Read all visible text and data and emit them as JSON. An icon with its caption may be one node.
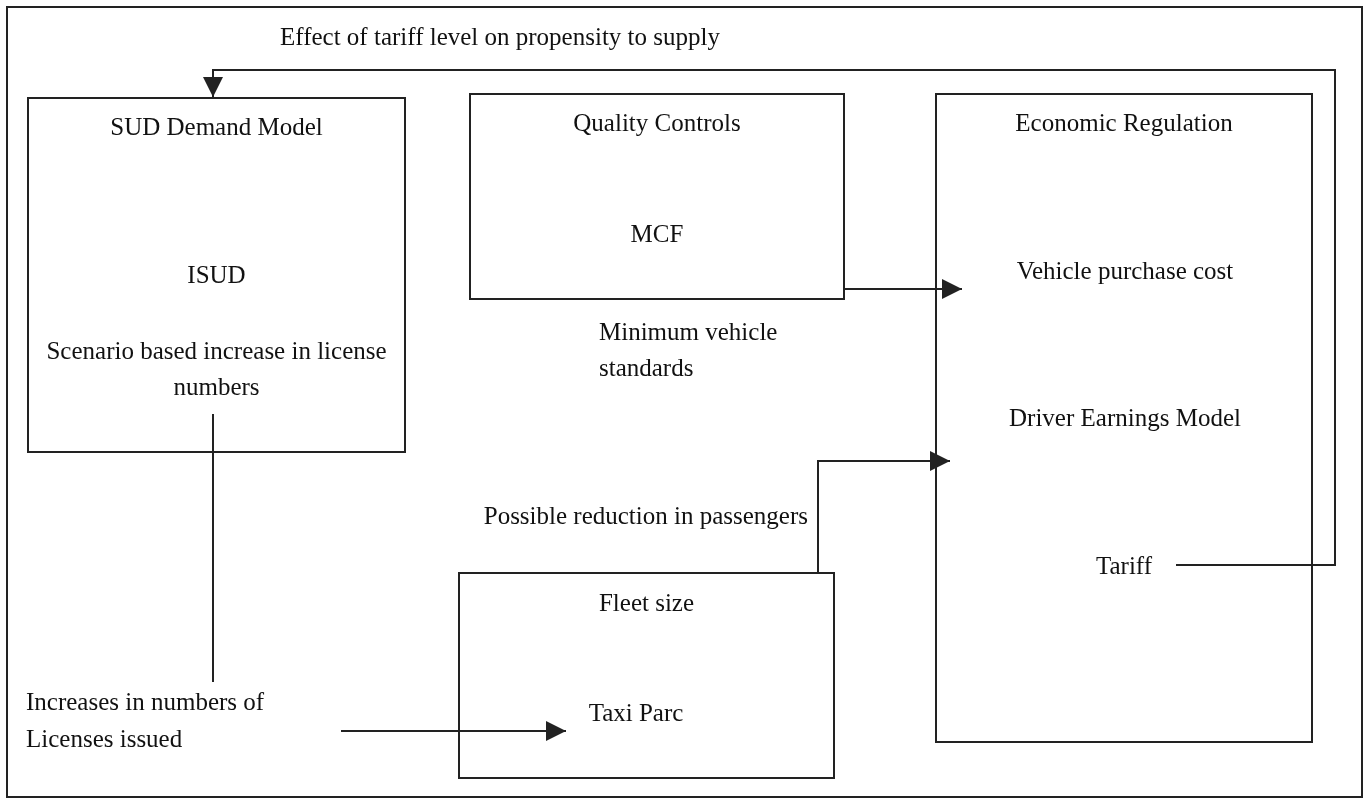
{
  "diagram": {
    "nodes": [
      {
        "text": [
          "SUD Demand Model",
          "ISUD"
        ]
      },
      {
        "text": [
          "Scenario based increase in license numbers"
        ],
        "in": 0
      },
      {
        "text": [
          "Quality Controls",
          "MCF"
        ],
        "beside": [
          "Minimum vehicle standards"
        ]
      },
      {
        "text": [
          "Economic Regulation"
        ]
      },
      {
        "text": [
          "Vehicle purchase cost"
        ],
        "in": 3
      },
      {
        "text": [
          "Driver Earnings Model"
        ],
        "in": 3
      },
      {
        "text": [
          "Tariff"
        ],
        "in": 3
      },
      {
        "text": [
          "Fleet size"
        ]
      },
      {
        "text": [
          "Taxi Parc"
        ],
        "in": 7
      },
      {
        "text": [
          "Increases in numbers of Licenses issued"
        ]
      }
    ],
    "edges": [
      {
        "from": 6,
        "to": 0,
        "arrow": "to",
        "label": "Effect of tariff level on propensity to supply"
      },
      {
        "from": 2,
        "to": 4,
        "arrow": "to"
      },
      {
        "from": 7,
        "to": 5,
        "arrow": "to",
        "label": "Possible reduction in passengers"
      },
      {
        "from": 1,
        "to": 9,
        "arrow": "none"
      },
      {
        "from": 9,
        "to": 8,
        "arrow": "to"
      }
    ]
  }
}
